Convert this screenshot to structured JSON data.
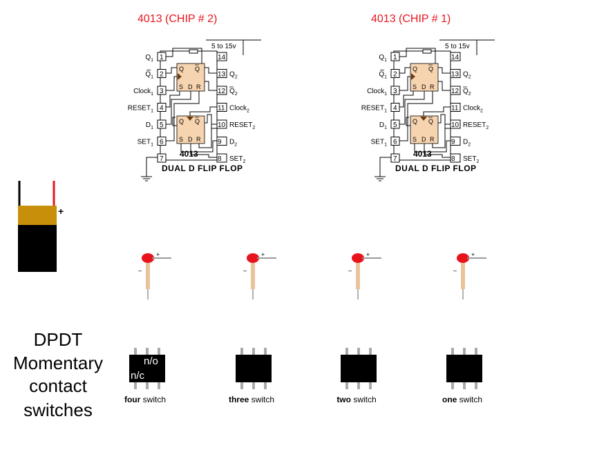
{
  "chips": [
    {
      "title": "4013 (CHIP # 2)",
      "supply": "5 to 15v",
      "part": "4013",
      "caption": "DUAL  D  FLIP FLOP"
    },
    {
      "title": "4013 (CHIP # 1)",
      "supply": "5 to 15v",
      "part": "4013",
      "caption": "DUAL  D  FLIP FLOP"
    }
  ],
  "pins_left": [
    {
      "num": "1",
      "label": "Q",
      "sub": "1",
      "bar": false
    },
    {
      "num": "2",
      "label": "Q",
      "sub": "1",
      "bar": true
    },
    {
      "num": "3",
      "label": "Clock",
      "sub": "1",
      "bar": false
    },
    {
      "num": "4",
      "label": "RESET",
      "sub": "1",
      "bar": false
    },
    {
      "num": "5",
      "label": "D",
      "sub": "1",
      "bar": false
    },
    {
      "num": "6",
      "label": "SET",
      "sub": "1",
      "bar": false
    },
    {
      "num": "7",
      "label": "",
      "sub": "",
      "bar": false
    }
  ],
  "pins_right": [
    {
      "num": "14",
      "label": "",
      "sub": "",
      "bar": false
    },
    {
      "num": "13",
      "label": "Q",
      "sub": "2",
      "bar": false
    },
    {
      "num": "12",
      "label": "Q",
      "sub": "2",
      "bar": true
    },
    {
      "num": "11",
      "label": "Clock",
      "sub": "2",
      "bar": false
    },
    {
      "num": "10",
      "label": "RESET",
      "sub": "2",
      "bar": false
    },
    {
      "num": "9",
      "label": "D",
      "sub": "2",
      "bar": false
    },
    {
      "num": "8",
      "label": "SET",
      "sub": "2",
      "bar": false
    }
  ],
  "ff_labels": {
    "q": "Q",
    "qbar": "Q",
    "s": "S",
    "d": "D",
    "r": "R"
  },
  "battery": {
    "plus": "+"
  },
  "led_marks": {
    "plus": "+",
    "minus": "–"
  },
  "side_text": [
    "DPDT",
    "Momentary",
    "contact",
    "switches"
  ],
  "switches": [
    {
      "word": "four",
      "suffix": "switch",
      "no": "n/o",
      "nc": "n/c"
    },
    {
      "word": "three",
      "suffix": "switch"
    },
    {
      "word": "two",
      "suffix": "switch"
    },
    {
      "word": "one",
      "suffix": "switch"
    }
  ],
  "colors": {
    "title": "#e8141c",
    "chip_fill": "#f7d4b0",
    "battery_gold": "#c8900a",
    "led_red": "#e8141c",
    "lead": "#e8c49a"
  }
}
